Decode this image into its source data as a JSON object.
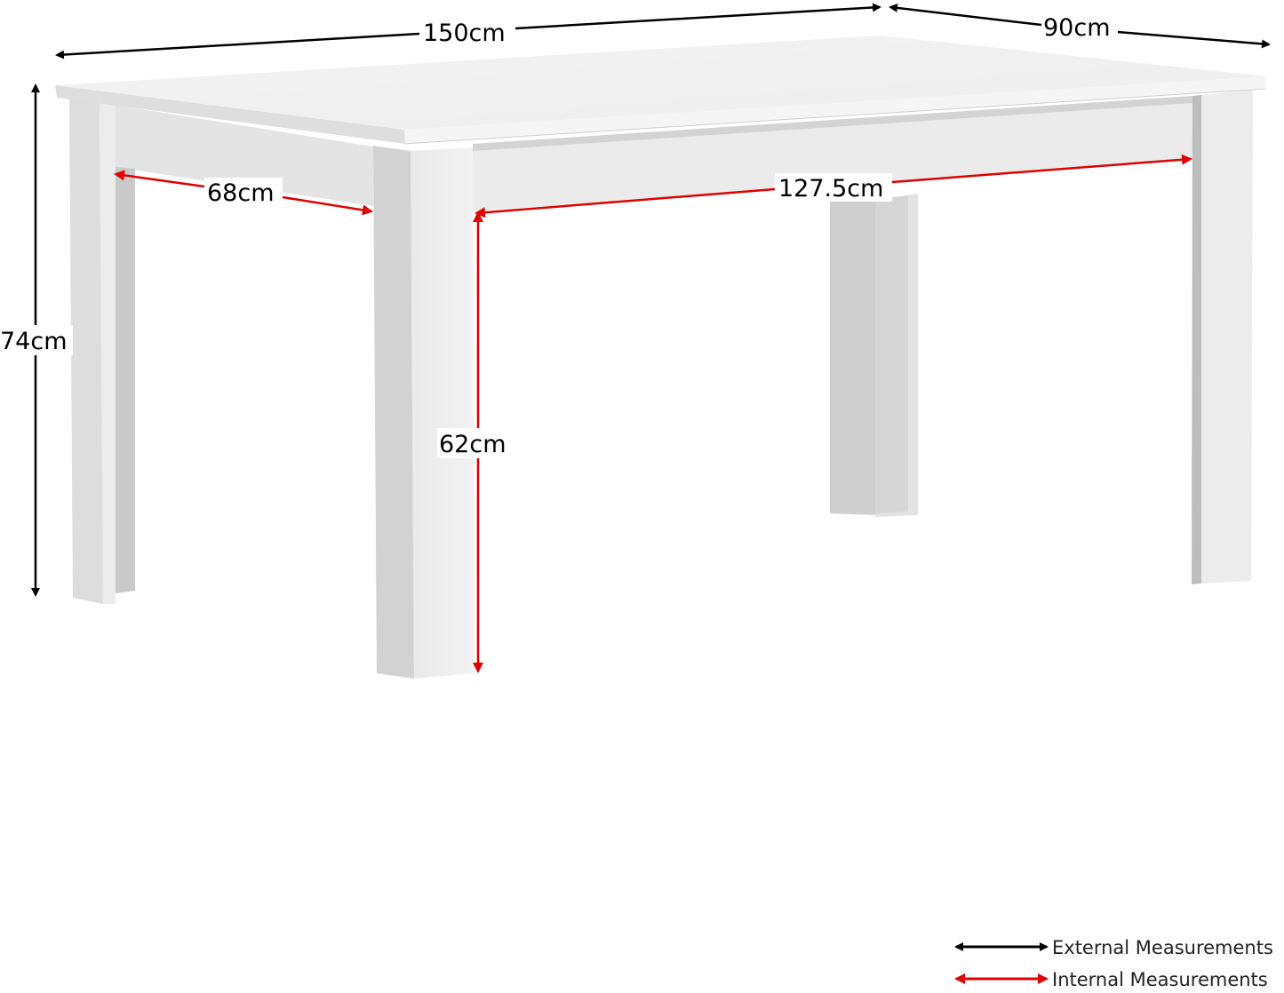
{
  "diagram": {
    "subject": "white rectangular dining table with dimensions",
    "colors": {
      "external_arrow": "#000000",
      "internal_arrow": "#e00000",
      "table_top": "#efefef",
      "table_edge": "#e2e2e2",
      "leg_front": "#ececec",
      "leg_side": "#c9c9c9",
      "apron": "#e6e6e6",
      "background": "#ffffff"
    },
    "external_measurements": {
      "length": "150cm",
      "depth": "90cm",
      "height": "74cm"
    },
    "internal_measurements": {
      "side_gap": "68cm",
      "front_gap": "127.5cm",
      "leg_clearance": "62cm"
    },
    "legend": {
      "items": [
        {
          "label": "External Measurements",
          "color": "#000000",
          "icon": "double-arrow-black"
        },
        {
          "label": "Internal Measurements",
          "color": "#e00000",
          "icon": "double-arrow-red"
        }
      ]
    }
  }
}
